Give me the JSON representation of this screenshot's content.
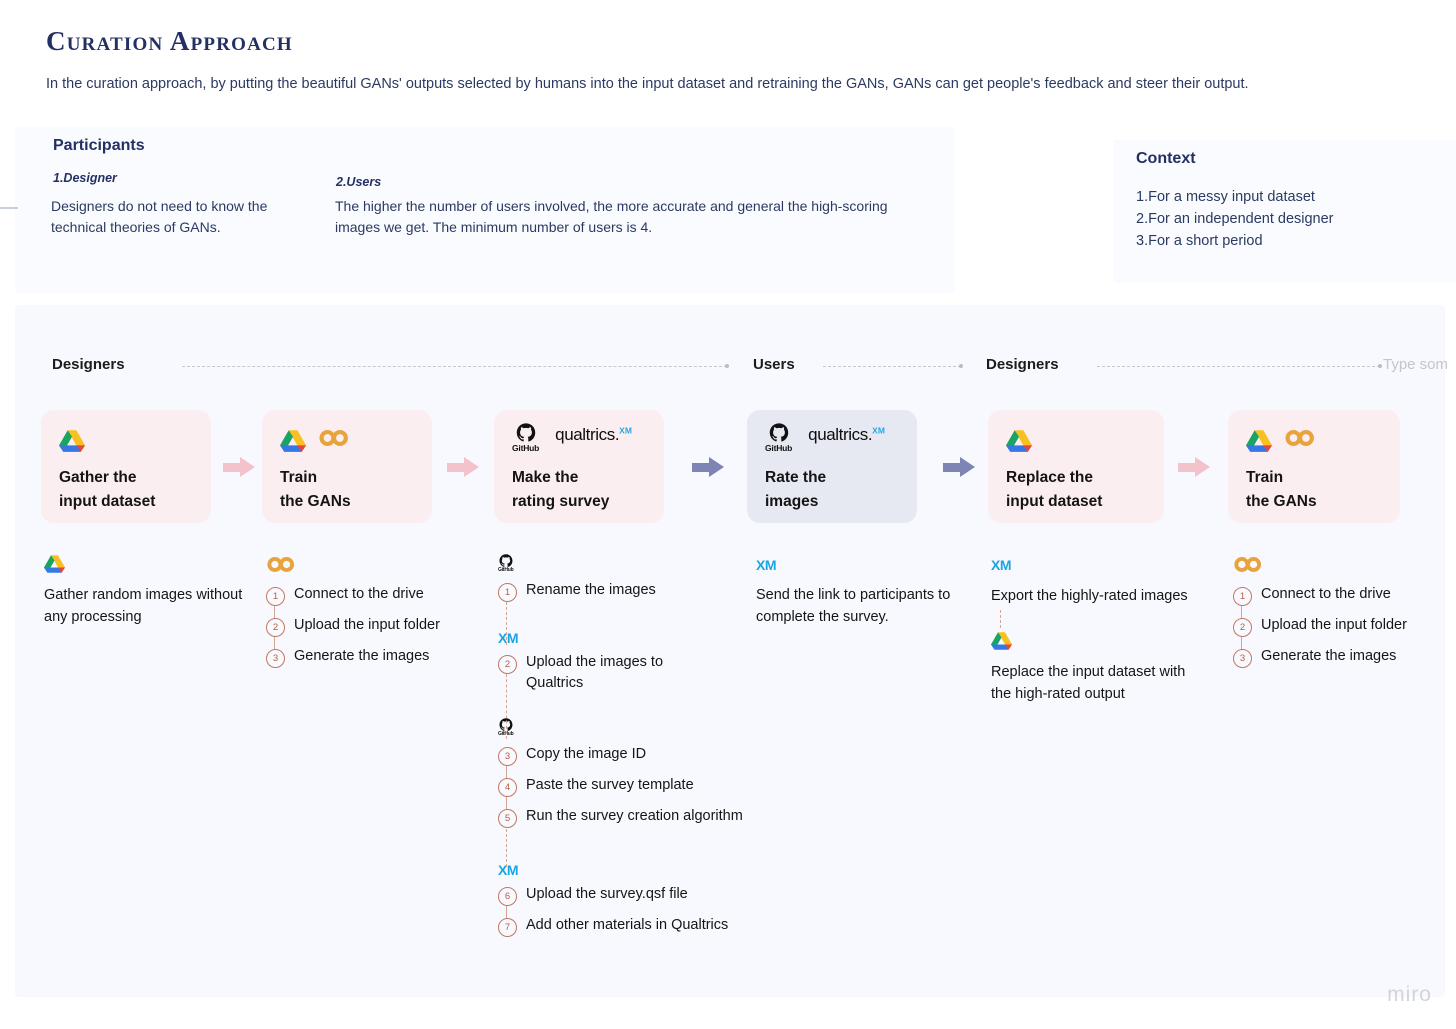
{
  "header": {
    "title": "Curation Approach",
    "subtitle": "In the curation approach, by putting the beautiful GANs' outputs selected by humans into the input dataset and retraining the GANs, GANs can get people's feedback and steer their output."
  },
  "participants": {
    "heading": "Participants",
    "items": [
      {
        "label": "1.Designer",
        "body": "Designers do not need to know the technical theories of GANs."
      },
      {
        "label": "2.Users",
        "body": "The higher the number of users involved, the more accurate and general the high-scoring images we get. The minimum number of users is 4."
      }
    ]
  },
  "context": {
    "heading": "Context",
    "items": [
      "1.For a messy input dataset",
      "2.For an independent designer",
      "3.For a short period"
    ]
  },
  "lanes": [
    {
      "label": "Designers"
    },
    {
      "label": "Users"
    },
    {
      "label": "Designers"
    }
  ],
  "lane_placeholder": "Type som",
  "flow": {
    "cards": [
      {
        "title": "Gather the\ninput dataset",
        "color": "#fbeef1",
        "tone": "pink",
        "logos": [
          "google-drive"
        ]
      },
      {
        "title": "Train\nthe GANs",
        "color": "#fbeef1",
        "tone": "pink",
        "logos": [
          "google-drive",
          "google-colab"
        ]
      },
      {
        "title": "Make the\nrating survey",
        "color": "#fbeef1",
        "tone": "pink",
        "logos": [
          "github",
          "qualtrics"
        ]
      },
      {
        "title": "Rate the\nimages",
        "color": "#e6e9f2",
        "tone": "blue",
        "logos": [
          "github",
          "qualtrics"
        ]
      },
      {
        "title": "Replace the\ninput dataset",
        "color": "#fbeef1",
        "tone": "pink",
        "logos": [
          "google-drive"
        ]
      },
      {
        "title": "Train\nthe GANs",
        "color": "#fbeef1",
        "tone": "pink",
        "logos": [
          "google-drive",
          "google-colab"
        ]
      }
    ],
    "arrows": [
      {
        "tone": "pink",
        "color": "#f3c3cb"
      },
      {
        "tone": "pink",
        "color": "#f3c3cb"
      },
      {
        "tone": "blue",
        "color": "#7e85b5"
      },
      {
        "tone": "blue",
        "color": "#7e85b5"
      },
      {
        "tone": "pink",
        "color": "#f3c3cb"
      }
    ]
  },
  "details": {
    "col1": {
      "icon": "google-drive",
      "text": "Gather random images without any processing"
    },
    "col2": {
      "icon": "google-colab",
      "steps": [
        {
          "n": "1",
          "text": "Connect to the drive"
        },
        {
          "n": "2",
          "text": "Upload the input folder"
        },
        {
          "n": "3",
          "text": "Generate the images"
        }
      ]
    },
    "col3": {
      "groups": [
        {
          "icon": "github",
          "steps": [
            {
              "n": "1",
              "text": "Rename the images"
            }
          ]
        },
        {
          "icon": "qualtrics-xm",
          "steps": [
            {
              "n": "2",
              "text": "Upload the images to Qualtrics"
            }
          ]
        },
        {
          "icon": "github",
          "steps": [
            {
              "n": "3",
              "text": "Copy the image ID"
            },
            {
              "n": "4",
              "text": "Paste the survey template"
            },
            {
              "n": "5",
              "text": "Run the survey creation algorithm"
            }
          ]
        },
        {
          "icon": "qualtrics-xm",
          "steps": [
            {
              "n": "6",
              "text": "Upload the survey.qsf file"
            },
            {
              "n": "7",
              "text": "Add other materials in Qualtrics"
            }
          ]
        }
      ]
    },
    "col4": {
      "icon": "qualtrics-xm",
      "text": "Send the link to participants to complete the survey."
    },
    "col5": {
      "blocks": [
        {
          "icon": "qualtrics-xm",
          "text": "Export the highly-rated images"
        },
        {
          "icon": "google-drive",
          "text": "Replace the input dataset with the high-rated output"
        }
      ]
    },
    "col6": {
      "icon": "google-colab",
      "steps": [
        {
          "n": "1",
          "text": "Connect to the drive"
        },
        {
          "n": "2",
          "text": "Upload the input folder"
        },
        {
          "n": "3",
          "text": "Generate the images"
        }
      ]
    }
  },
  "watermark": "miro",
  "colors": {
    "title": "#243063",
    "card_pink": "#fbeef1",
    "card_blue": "#e6e9f2",
    "arrow_pink": "#f3c3cb",
    "arrow_blue": "#7e85b5",
    "step_circle": "#c1785f",
    "qualtrics_xm": "#19a5e3",
    "colab_orange": "#e8a33d",
    "panel_bg": "#f8f9fe"
  }
}
